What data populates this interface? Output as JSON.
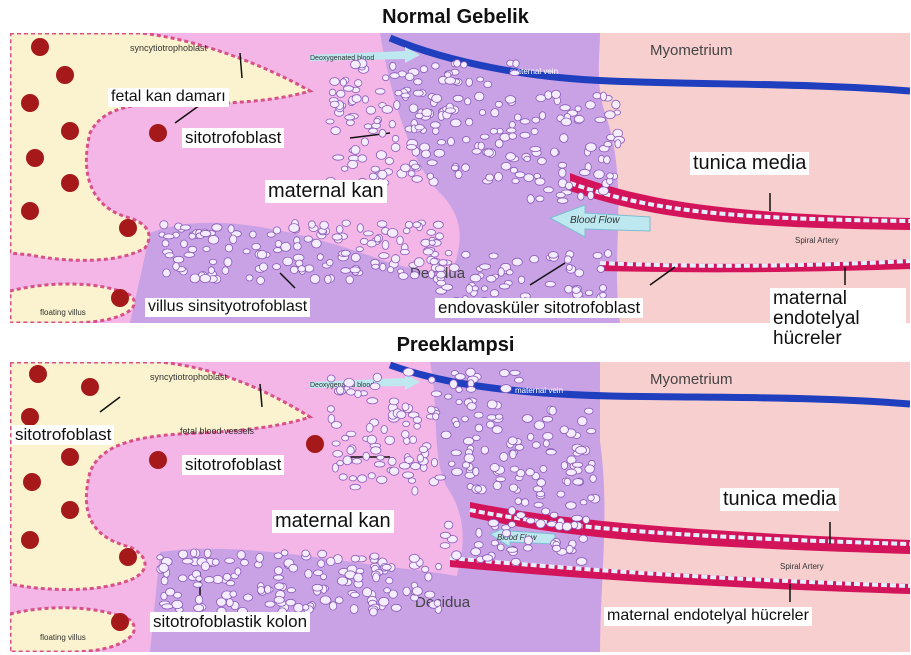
{
  "titles": {
    "top": "Normal Gebelik",
    "bottom": "Preeklampsi"
  },
  "top_panel": {
    "inner": {
      "syncytio": "syncytiotrophoblast",
      "vein": "maternal vein",
      "deoxy": "Deoxygenated blood",
      "myometrium": "Myometrium",
      "blood_flow": "Blood Flow",
      "decidua": "Decidua",
      "spiral": "Spiral Artery",
      "floating": "floating villus"
    },
    "labels": {
      "fetal": "fetal kan damarı",
      "sito": "sitotrofoblast",
      "kan": "maternal kan",
      "tunica": "tunica media",
      "villus": "villus sinsityotrofoblast",
      "endo": "endovasküler sitotrofoblast",
      "mat_endo": "maternal endotelyal hücreler"
    }
  },
  "bottom_panel": {
    "inner": {
      "syncytio": "syncytiotrophoblast",
      "vein": "maternal vein",
      "deoxy": "Deoxygenated blood",
      "fetal_vessels": "fetal blood vessels",
      "myometrium": "Myometrium",
      "blood_flow": "Blood Flow",
      "decidua": "Decidua",
      "spiral": "Spiral Artery",
      "floating": "floating villus"
    },
    "labels": {
      "sito1": "sitotrofoblast",
      "sito2": "sitotrofoblast",
      "kan": "maternal kan",
      "tunica": "tunica media",
      "kolon": "sitotrofoblastik kolon",
      "mat_endo": "maternal endotelyal hücreler"
    }
  },
  "colors": {
    "villus_fill": "#fbf3cf",
    "maternal_blood": "#f3b6e6",
    "decidua": "#c9a2e6",
    "myometrium": "#f8cfcf",
    "artery": "#d4145a",
    "vein": "#1f3fbf",
    "fetal_vessel": "#a5191b"
  }
}
